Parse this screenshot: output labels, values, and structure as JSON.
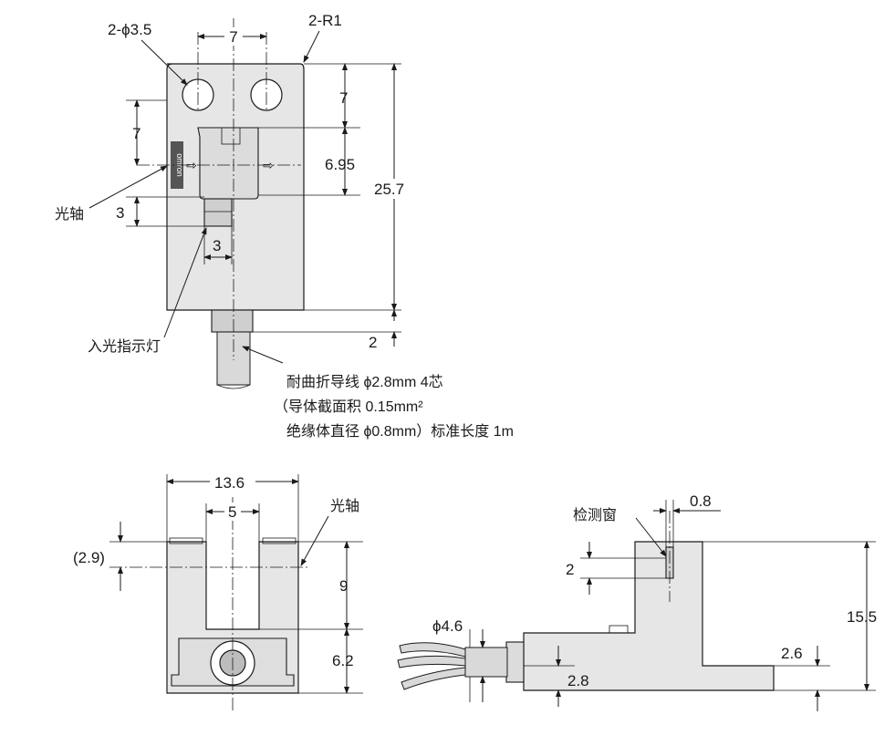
{
  "top_view": {
    "hole_spec": "2-ϕ3.5",
    "corner_radius": "2-R1",
    "hole_pitch": "7",
    "dim_top_to_slot": "7",
    "dim_slot_height": "6.95",
    "dim_total_height": "25.7",
    "dim_left_7": "7",
    "dim_led_height": "3",
    "dim_led_width": "3",
    "dim_cable_boss": "2",
    "label_optical_axis": "光轴",
    "label_led": "入光指示灯",
    "brand_mark": "omron",
    "cable_note_line1": "耐曲折导线 ϕ2.8mm  4芯",
    "cable_note_line2": "（导体截面积 0.15mm²",
    "cable_note_line3": "绝缘体直径 ϕ0.8mm）标准长度 1m"
  },
  "front_view": {
    "dim_width": "13.6",
    "dim_slot_width": "5",
    "dim_offset": "(2.9)",
    "dim_slot_depth": "9",
    "dim_base_height": "6.2",
    "label_optical_axis": "光轴"
  },
  "side_view": {
    "label_window": "检测窗",
    "dim_window_width": "0.8",
    "dim_window_height": "2",
    "dim_cable_dia": "ϕ4.6",
    "dim_cable_height": "2.8",
    "dim_total_height": "15.5",
    "dim_base": "2.6"
  },
  "colors": {
    "line": "#1a1a1a",
    "body_fill": "#e6e6e6",
    "background": "#ffffff"
  }
}
